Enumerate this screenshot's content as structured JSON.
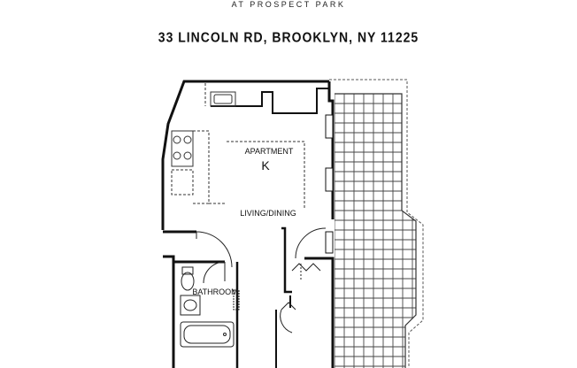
{
  "header": {
    "subtitle": "AT PROSPECT PARK",
    "address": "33 LINCOLN RD, BROOKLYN, NY 11225"
  },
  "rooms": {
    "apartment_label": "APARTMENT",
    "apartment_letter": "K",
    "living": "LIVING/DINING",
    "bathroom": "BATHROOM"
  }
}
